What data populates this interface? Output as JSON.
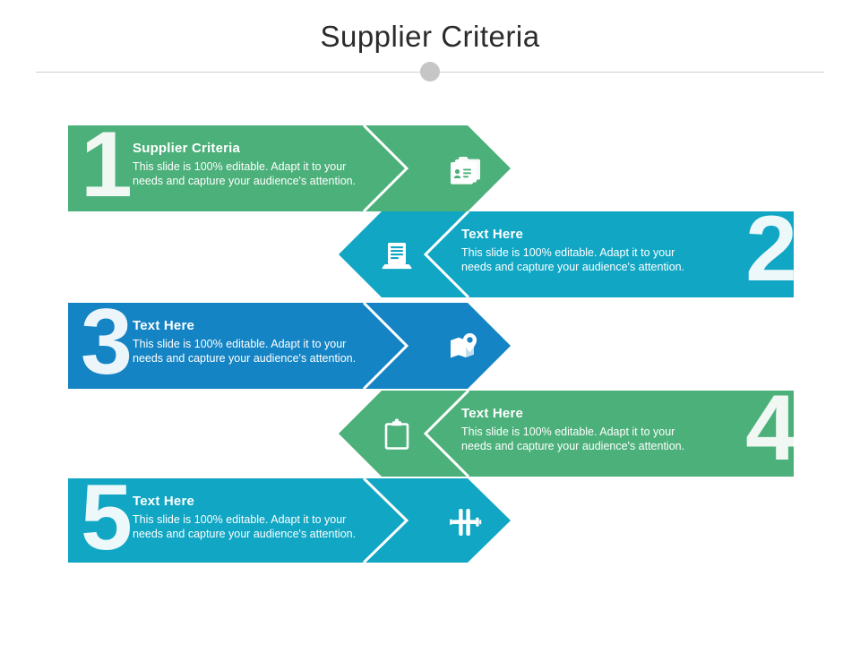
{
  "slide": {
    "title": "Supplier Criteria",
    "background": "#ffffff",
    "divider_color": "#cfcfcf",
    "dot_color": "#c6c6c6"
  },
  "palette": {
    "green": "#4CB07A",
    "cyan": "#10A6C4",
    "blue": "#1584C4",
    "white": "#ffffff"
  },
  "rows": [
    {
      "number": "1",
      "title": "Supplier Criteria",
      "body_line1": "This slide is 100% editable. Adapt it to your",
      "body_line2": "needs and capture your audience's attention.",
      "color": "#4CB07A",
      "direction": "right",
      "icon": "contact-folders-icon"
    },
    {
      "number": "2",
      "title": "Text Here",
      "body_line1": "This slide is 100% editable. Adapt it to your",
      "body_line2": "needs and capture your audience's attention.",
      "color": "#10A6C4",
      "direction": "left",
      "icon": "document-laptop-icon"
    },
    {
      "number": "3",
      "title": "Text Here",
      "body_line1": "This slide is 100% editable. Adapt it to your",
      "body_line2": "needs and capture your audience's attention.",
      "color": "#1584C4",
      "direction": "right",
      "icon": "map-pin-icon"
    },
    {
      "number": "4",
      "title": "Text Here",
      "body_line1": "This slide is 100% editable. Adapt it to your",
      "body_line2": "needs and capture your audience's attention.",
      "color": "#4CB07A",
      "direction": "left",
      "icon": "clipboard-icon"
    },
    {
      "number": "5",
      "title": "Text Here",
      "body_line1": "This slide is 100% editable. Adapt it to your",
      "body_line2": "needs and capture your audience's attention.",
      "color": "#10A6C4",
      "direction": "right",
      "icon": "barbell-icon"
    }
  ]
}
